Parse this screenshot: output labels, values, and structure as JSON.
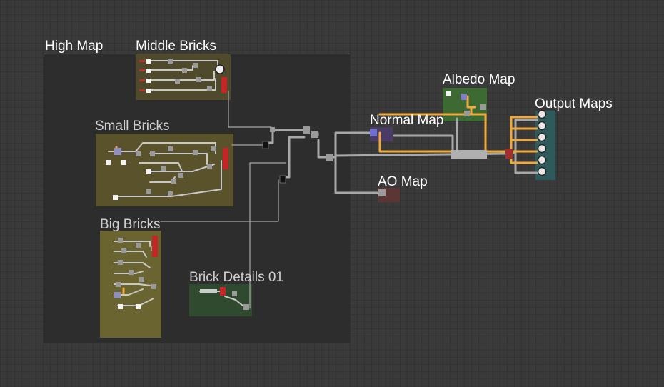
{
  "graph": {
    "frames": {
      "high_map": "High Map",
      "middle_bricks": "Middle Bricks",
      "small_bricks": "Small Bricks",
      "big_bricks": "Big Bricks",
      "brick_details": "Brick Details 01",
      "albedo_map": "Albedo Map",
      "normal_map": "Normal Map",
      "ao_map": "AO Map",
      "output_maps": "Output Maps"
    }
  },
  "colors": {
    "canvas": "#3a3a3a",
    "high_map_frame": "#2d2d2d",
    "middle_bricks_frame": "#4f4a2c",
    "small_bricks_frame": "#5a522a",
    "big_bricks_frame": "#6a6430",
    "brick_details_frame": "#2f4a2f",
    "albedo_frame": "#3d6a33",
    "normal_frame": "#4a3a66",
    "ao_frame": "#5c3535",
    "output_frame": "#2e5a5c",
    "wire_gray": "#a8a8a8",
    "wire_orange": "#f2a93b"
  }
}
